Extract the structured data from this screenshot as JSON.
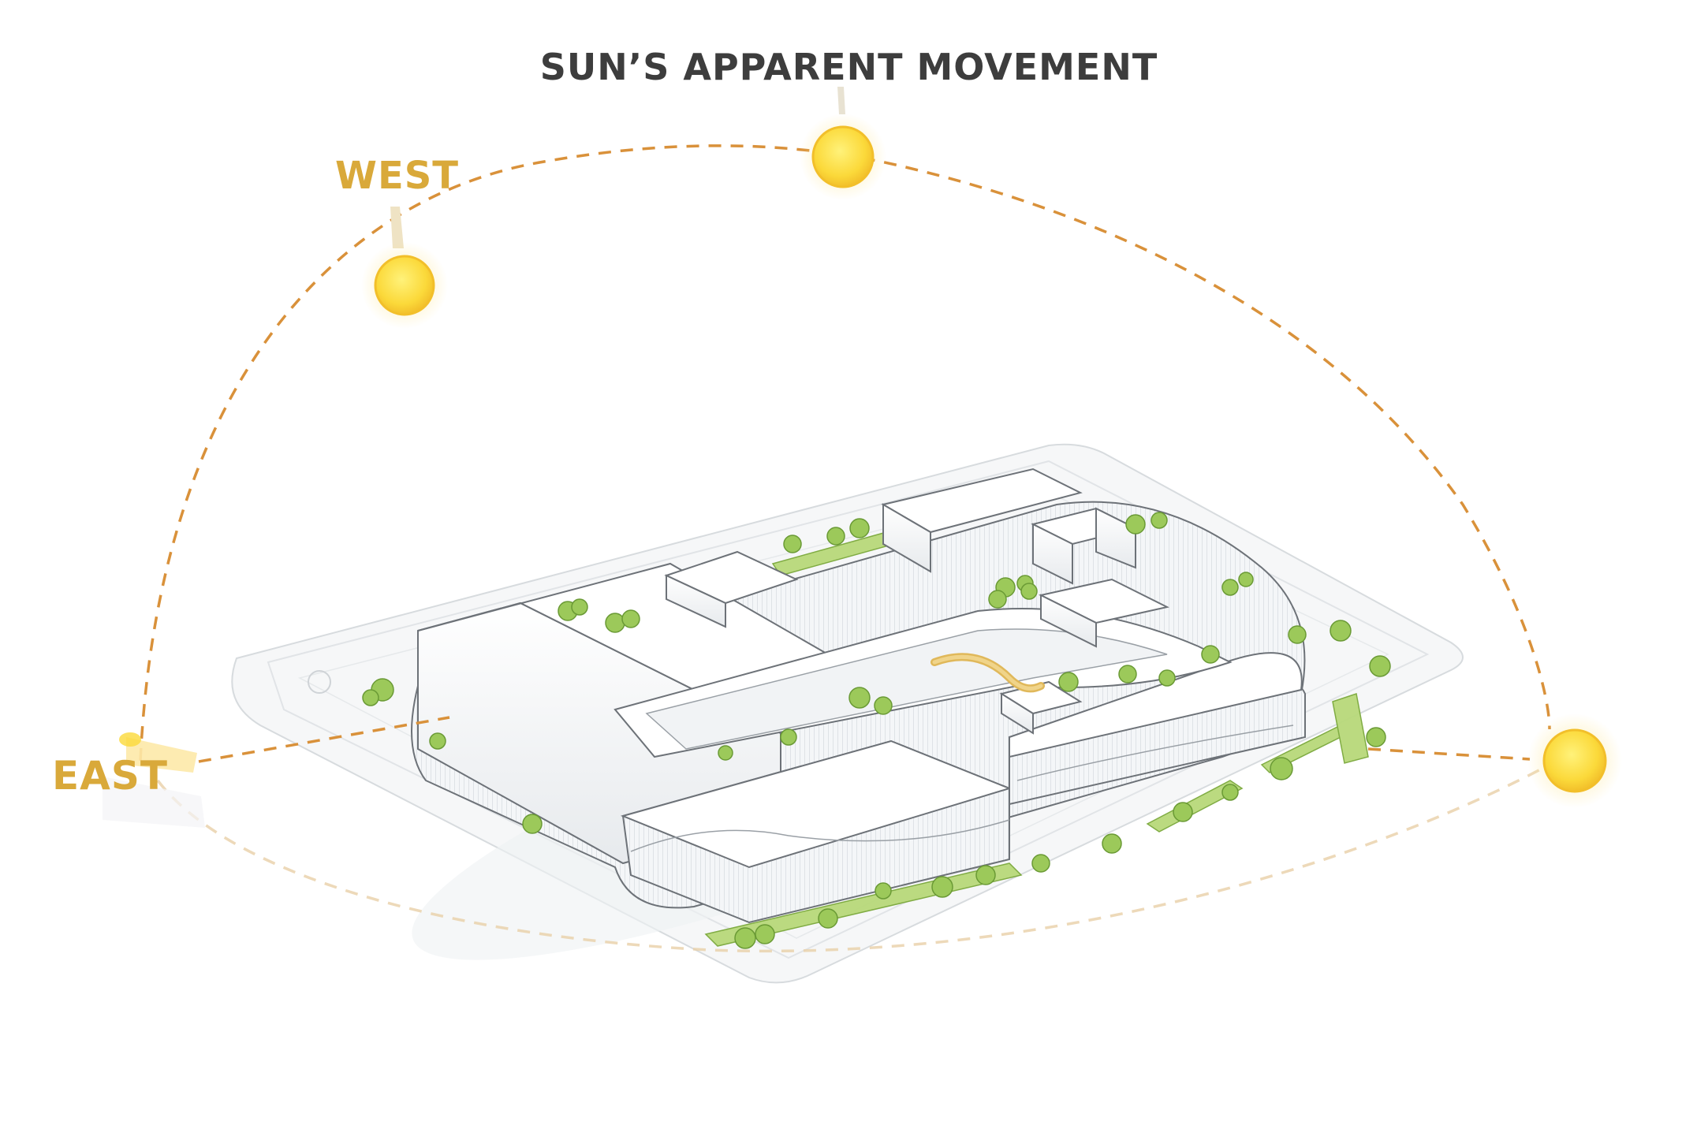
{
  "diagram": {
    "title": "SUN’S APPARENT MOVEMENT",
    "labels": {
      "west": "WEST",
      "east": "EAST"
    },
    "colors": {
      "sun": "#fbd93a",
      "sun_edge": "#f2bf2a",
      "path": "#d9913a",
      "label": "#d9a93a",
      "title": "#3d3d3d",
      "greenery": "#9cc95a",
      "tree": "#8dbd4c",
      "building": "#ffffff",
      "building_line": "#6d7278",
      "ground": "#f3f5f6"
    },
    "icons": [
      "sun-icon",
      "sun-icon",
      "sun-icon",
      "tree-icon"
    ]
  }
}
